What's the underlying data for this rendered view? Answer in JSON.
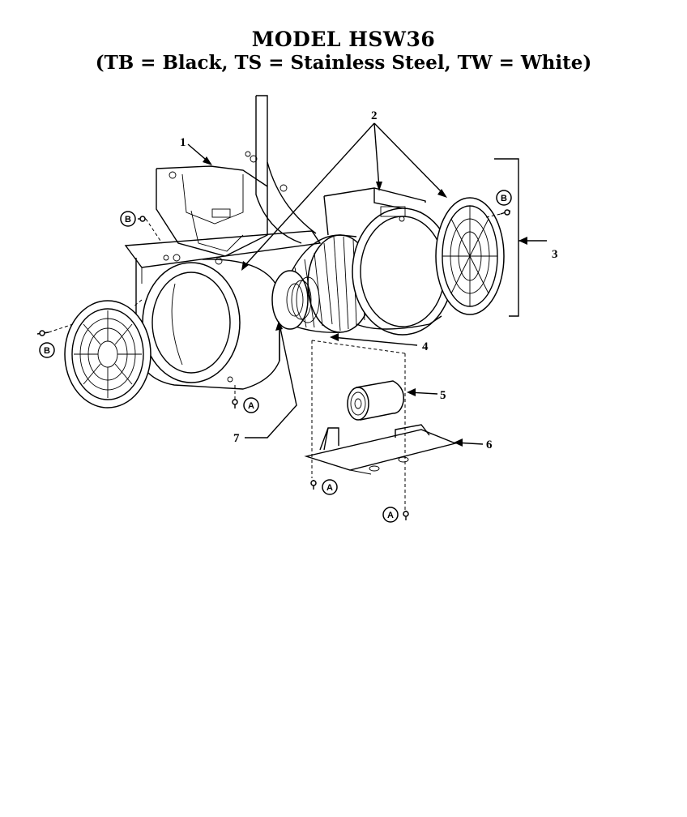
{
  "header": {
    "model": "MODEL HSW36",
    "legend": "(TB = Black, TS = Stainless Steel, TW = White)"
  },
  "callouts": {
    "c1": "1",
    "c2": "2",
    "c3": "3",
    "c4": "4",
    "c5": "5",
    "c6": "6",
    "c7": "7"
  },
  "fasteners": {
    "a": "A",
    "b": "B"
  }
}
